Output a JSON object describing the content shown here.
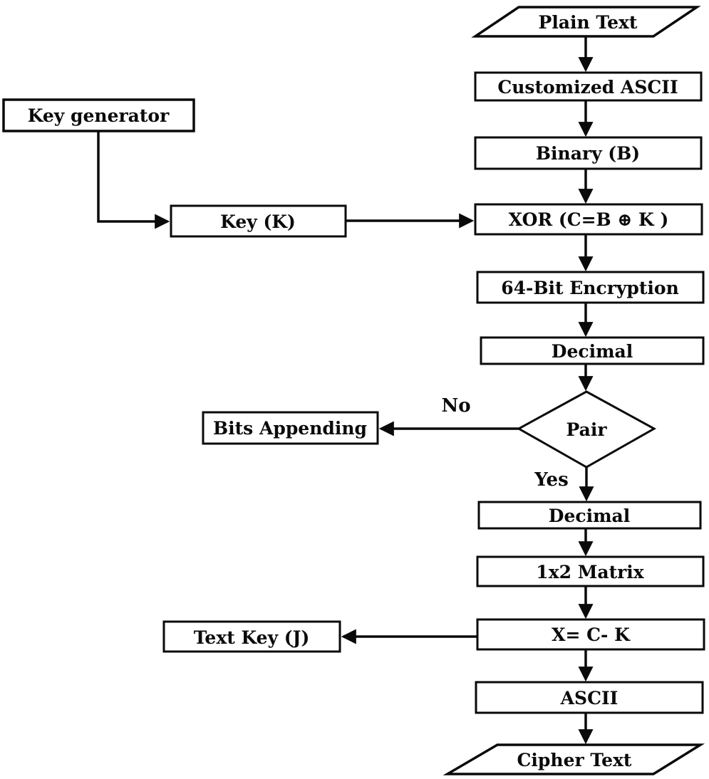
{
  "flowchart": {
    "title_hint": "Encryption process flowchart",
    "colors": {
      "stroke": "#0a0a0a",
      "shape_fill": "#ffffff",
      "background": "#ffffff",
      "text": "#0a0a0a"
    },
    "main_flow": {
      "plain_text": "Plain Text",
      "customized_ascii": "Customized ASCII",
      "binary": "Binary (B)",
      "xor": "XOR (C=B ⊕ K )",
      "encryption_64bit": "64-Bit Encryption",
      "decimal_1": "Decimal",
      "pair_decision": "Pair",
      "decimal_2": "Decimal",
      "matrix_1x2": "1x2 Matrix",
      "x_equation": "X= C- K",
      "ascii": "ASCII",
      "cipher_text": "Cipher Text"
    },
    "key_flow": {
      "key_generator": "Key generator",
      "key_k": "Key (K)"
    },
    "branches": {
      "no_label": "No",
      "no_target": "Bits Appending",
      "yes_label": "Yes",
      "subtract_output": "Text Key (J)"
    }
  }
}
